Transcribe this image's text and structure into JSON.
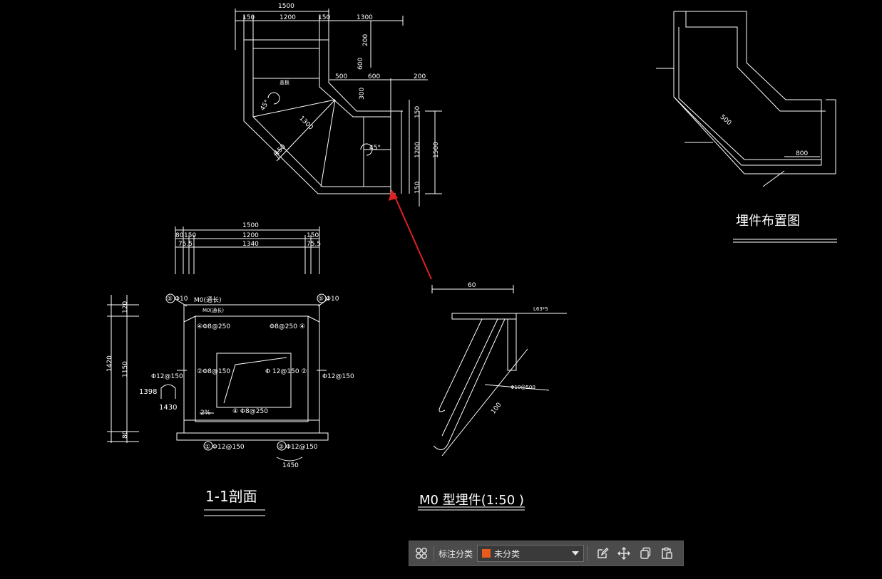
{
  "drawing": {
    "plan": {
      "dims": [
        "1500",
        "150",
        "1200",
        "150",
        "1300",
        "200",
        "600",
        "500",
        "600",
        "200",
        "300",
        "1300",
        "150",
        "1200",
        "1500",
        "150",
        "45°",
        "45°",
        "150"
      ],
      "label_small": "盖板"
    },
    "section_top": {
      "dims": [
        "1500",
        "80",
        "150",
        "1200",
        "150",
        "75.5",
        "1340",
        "75.5"
      ]
    },
    "section": {
      "dims": [
        "120",
        "1150",
        "1420",
        "80"
      ],
      "rebar_labels": [
        "⑤ Φ10",
        "M0(通长)",
        "M0(通长)",
        "⑤ Φ10",
        "④Φ8@250",
        "Φ8@250 ④",
        "Φ12@150",
        "②Φ8@150",
        "Φ 12@150 ②",
        "Φ12@150",
        "1398",
        "1430",
        "2%",
        "④ Φ8@250",
        "① Φ12@150",
        "③ Φ12@150",
        "1450"
      ],
      "title": "1-1剖面"
    },
    "embed": {
      "dims": [
        "60",
        "L63*5",
        "Φ10@500",
        "100"
      ],
      "title": "M0 型埋件(1:50 )"
    },
    "layout": {
      "notes": [
        "800",
        "500"
      ],
      "title": "埋件布置图"
    }
  },
  "toolbar": {
    "grid_icon": "grid-icon",
    "label": "标注分类",
    "select_value": "未分类",
    "select_color": "#e85b1a",
    "tools": [
      "edit-icon",
      "move-icon",
      "copy-icon",
      "paste-icon"
    ]
  },
  "colors": {
    "background": "#000000",
    "line": "#ffffff",
    "arrow": "#e02020",
    "toolbar": "#4b4b4b"
  }
}
